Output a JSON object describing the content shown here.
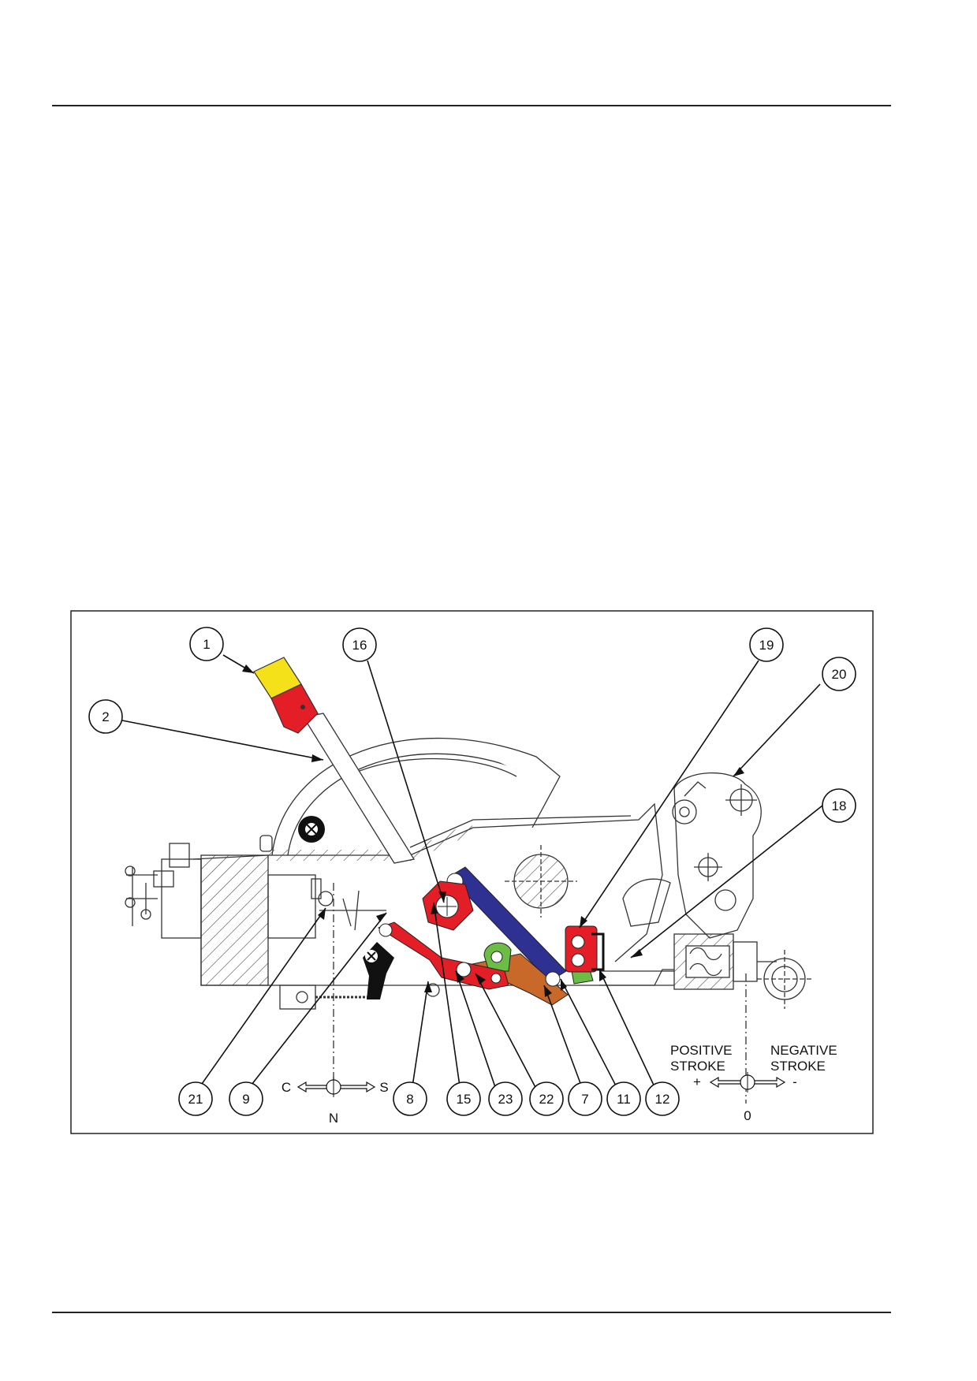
{
  "figure": {
    "callouts_top": [
      {
        "id": "1",
        "label": "1"
      },
      {
        "id": "2",
        "label": "2"
      },
      {
        "id": "16",
        "label": "16"
      },
      {
        "id": "19",
        "label": "19"
      },
      {
        "id": "20",
        "label": "20"
      },
      {
        "id": "18",
        "label": "18"
      }
    ],
    "callouts_bottom": [
      {
        "id": "21",
        "label": "21"
      },
      {
        "id": "9",
        "label": "9"
      },
      {
        "id": "8",
        "label": "8"
      },
      {
        "id": "15",
        "label": "15"
      },
      {
        "id": "23",
        "label": "23"
      },
      {
        "id": "22",
        "label": "22"
      },
      {
        "id": "7",
        "label": "7"
      },
      {
        "id": "11",
        "label": "11"
      },
      {
        "id": "12",
        "label": "12"
      }
    ],
    "legend_left": {
      "c": "C",
      "s": "S",
      "n": "N"
    },
    "legend_right": {
      "positive_1": "POSITIVE",
      "positive_2": "STROKE",
      "plus": "+",
      "negative_1": "NEGATIVE",
      "negative_2": "STROKE",
      "minus": "-",
      "zero": "0"
    },
    "colors": {
      "knob_yellow": "#f5e11a",
      "red": "#e41e26",
      "blue": "#2e3192",
      "orange": "#c8692a",
      "green": "#6cbd45",
      "black": "#111111"
    }
  }
}
